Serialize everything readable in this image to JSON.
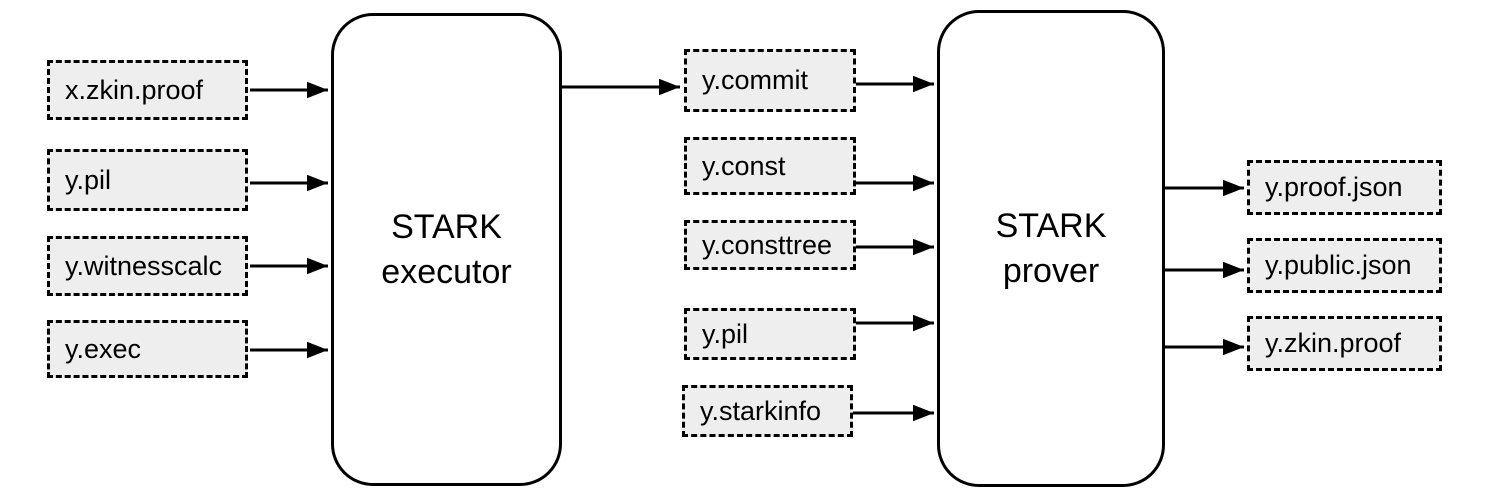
{
  "diagram": {
    "nodes": {
      "executor": {
        "line1": "STARK",
        "line2": "executor"
      },
      "prover": {
        "line1": "STARK",
        "line2": "prover"
      }
    },
    "executor_inputs": [
      {
        "label": "x.zkin.proof"
      },
      {
        "label": "y.pil"
      },
      {
        "label": "y.witnesscalc"
      },
      {
        "label": "y.exec"
      }
    ],
    "prover_inputs": [
      {
        "label": "y.commit"
      },
      {
        "label": "y.const"
      },
      {
        "label": "y.consttree"
      },
      {
        "label": "y.pil"
      },
      {
        "label": "y.starkinfo"
      }
    ],
    "prover_outputs": [
      {
        "label": "y.proof.json"
      },
      {
        "label": "y.public.json"
      },
      {
        "label": "y.zkin.proof"
      }
    ],
    "colors": {
      "file_box_fill": "#eeeeee",
      "file_box_border": "#000000",
      "node_fill": "#ffffff",
      "node_border": "#000000",
      "arrow": "#000000",
      "text": "#000000",
      "background": "#ffffff"
    }
  }
}
